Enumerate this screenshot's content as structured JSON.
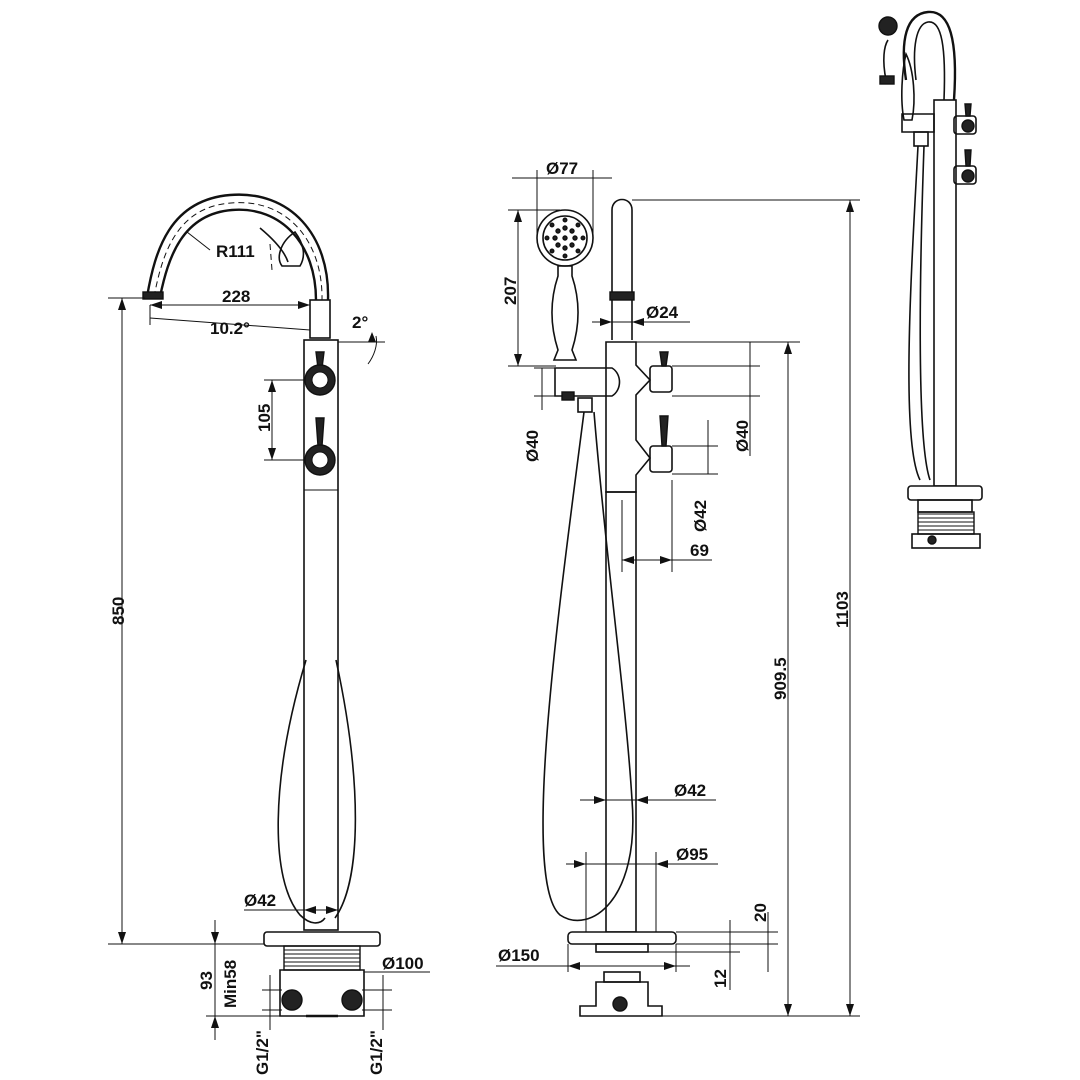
{
  "front_view": {
    "radius": "R111",
    "spout_reach": "228",
    "spout_angle": "10.2°",
    "tilt_angle": "2°",
    "handle_spacing": "105",
    "spout_height": "850",
    "column_diameter": "Ø42",
    "base_diameter": "Ø100",
    "base_depth": "93",
    "min_depth": "Min58",
    "inlet_left": "G1/2\"",
    "inlet_right": "G1/2\""
  },
  "side_view": {
    "shower_head_diameter": "Ø77",
    "handset_length": "207",
    "column_top_diameter": "Ø24",
    "handle_diameter_left": "Ø40",
    "handle_diameter_right": "Ø40",
    "body_diameter": "Ø42",
    "handle_offset": "69",
    "mixer_height": "909.5",
    "overall_height": "1103",
    "column_diameter": "Ø42",
    "base_flange_inner": "Ø95",
    "base_flange_outer": "Ø150",
    "flange_thickness": "20",
    "base_plate_thickness": "12"
  },
  "colors": {
    "line": "#111111",
    "background": "#ffffff"
  }
}
